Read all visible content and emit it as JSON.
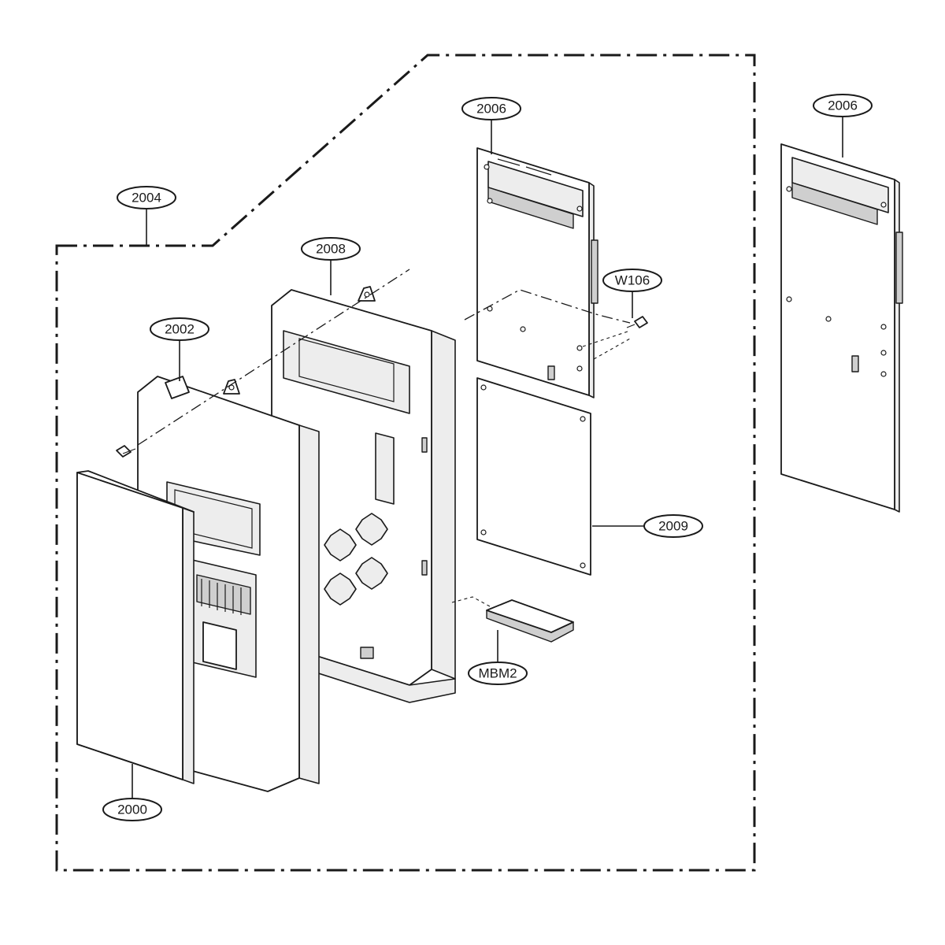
{
  "labels": {
    "2004": "2004",
    "2008": "2008",
    "2002": "2002",
    "2006_a": "2006",
    "2006_b": "2006",
    "W106": "W106",
    "2009": "2009",
    "MBM2": "MBM2",
    "2000": "2000"
  }
}
